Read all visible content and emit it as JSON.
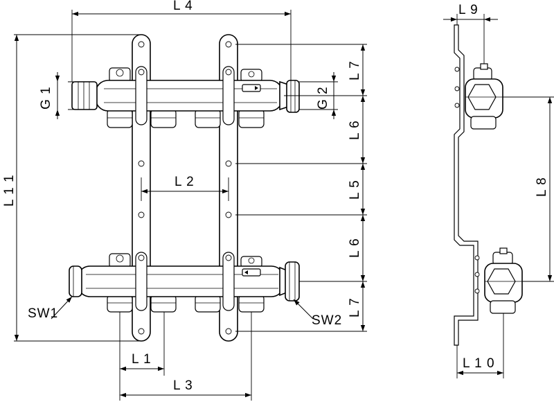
{
  "drawing": {
    "labels": {
      "L1": "L 1",
      "L2": "L 2",
      "L3": "L 3",
      "L4": "L 4",
      "L5": "L 5",
      "L6a": "L 6",
      "L6b": "L 6",
      "L7a": "L 7",
      "L7b": "L 7",
      "L8": "L 8",
      "L9": "L 9",
      "L10": "L 1 0",
      "L11": "L 1 1",
      "G1": "G 1",
      "G2": "G 2",
      "SW1": "SW1",
      "SW2": "SW2"
    }
  }
}
